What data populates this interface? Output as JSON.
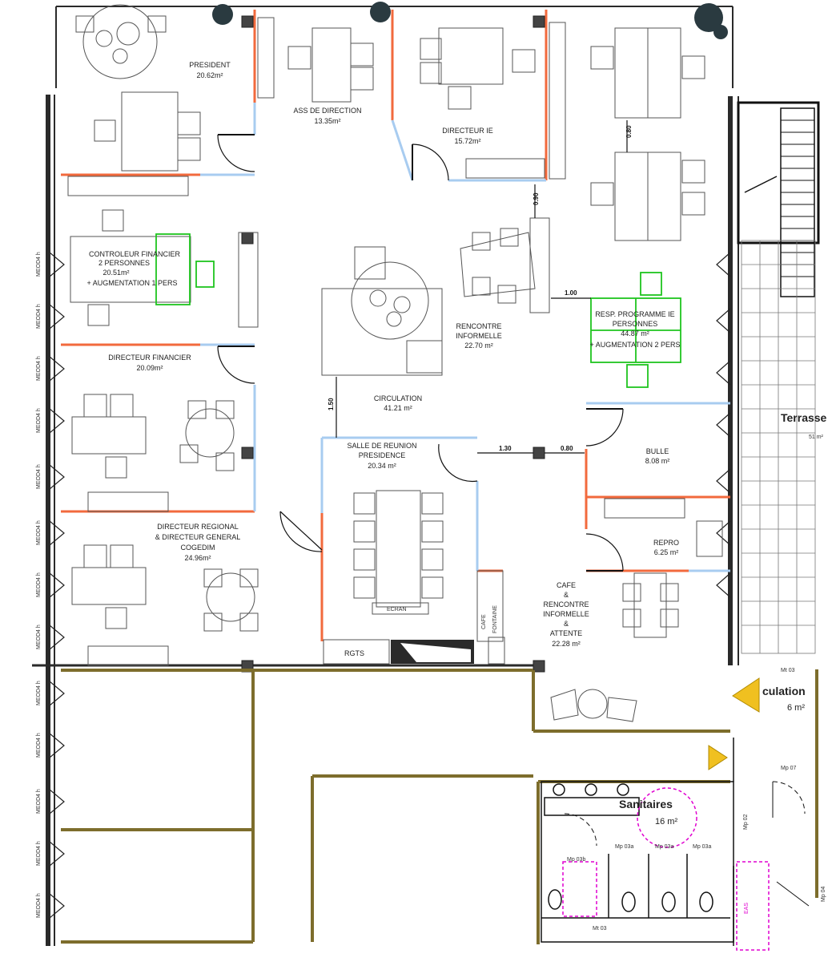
{
  "rooms": [
    {
      "id": "president",
      "lines": [
        "PRESIDENT",
        "20.62m²"
      ]
    },
    {
      "id": "ass_direction",
      "lines": [
        "ASS DE DIRECTION",
        "13.35m²"
      ]
    },
    {
      "id": "directeur_ie",
      "lines": [
        "DIRECTEUR IE",
        "15.72m²"
      ]
    },
    {
      "id": "controleur",
      "lines": [
        "CONTROLEUR FINANCIER",
        "2 PERSONNES",
        "20.51m²",
        "+ AUGMENTATION 1 PERS"
      ]
    },
    {
      "id": "rencontre",
      "lines": [
        "RENCONTRE",
        "INFORMELLE",
        "22.70 m²"
      ]
    },
    {
      "id": "resp_programme",
      "lines": [
        "RESP. PROGRAMME IE",
        "PERSONNES",
        "44.87 m²",
        "+ AUGMENTATION 2 PERS"
      ]
    },
    {
      "id": "dir_financier",
      "lines": [
        "DIRECTEUR FINANCIER",
        "20.09m²"
      ]
    },
    {
      "id": "circulation",
      "lines": [
        "CIRCULATION",
        "41.21 m²"
      ]
    },
    {
      "id": "salle_reunion",
      "lines": [
        "SALLE DE REUNION",
        "PRESIDENCE",
        "20.34 m²"
      ]
    },
    {
      "id": "bulle",
      "lines": [
        "BULLE",
        "8.08 m²"
      ]
    },
    {
      "id": "dir_regional",
      "lines": [
        "DIRECTEUR REGIONAL",
        "& DIRECTEUR GENERAL",
        "COGEDIM",
        "24.96m²"
      ]
    },
    {
      "id": "repro",
      "lines": [
        "REPRO",
        "6.25 m²"
      ]
    },
    {
      "id": "cafe",
      "lines": [
        "CAFE",
        "&",
        "RENCONTRE",
        "INFORMELLE",
        "&",
        "ATTENTE",
        "22.28 m²"
      ]
    }
  ],
  "small_labels": {
    "ecran": "ECRAN",
    "rgts": "RGTS",
    "cafe_fontaine": [
      "CAFE",
      "FONTAINE"
    ],
    "terrasse": "Terrasse",
    "terrasse_area": "51 m²",
    "circulation_title": "culation",
    "circulation_area": "6 m²",
    "sanitaires_title": "Sanitaires",
    "sanitaires_area": "16 m²",
    "eas": "EAS"
  },
  "dimensions": [
    "0.80",
    "0.90",
    "1.00",
    "1.50",
    "1.30",
    "0.80"
  ],
  "tags": [
    "Mt 03",
    "Mp 07",
    "Mp 02",
    "Mp 03a",
    "Mp 03a",
    "Mp 03a",
    "Mp 03b",
    "Mt 03",
    "Mp 04"
  ],
  "window_label": "MEOD4 h",
  "colors": {
    "wall": "#2a2a2a",
    "partition_orange": "#f26a3d",
    "glass_blue": "#a8ccf0",
    "green_highlight": "#1fc41f",
    "olive_wall": "#7d6d2c",
    "magenta": "#e000d0",
    "yellow_marker": "#f0c020"
  }
}
